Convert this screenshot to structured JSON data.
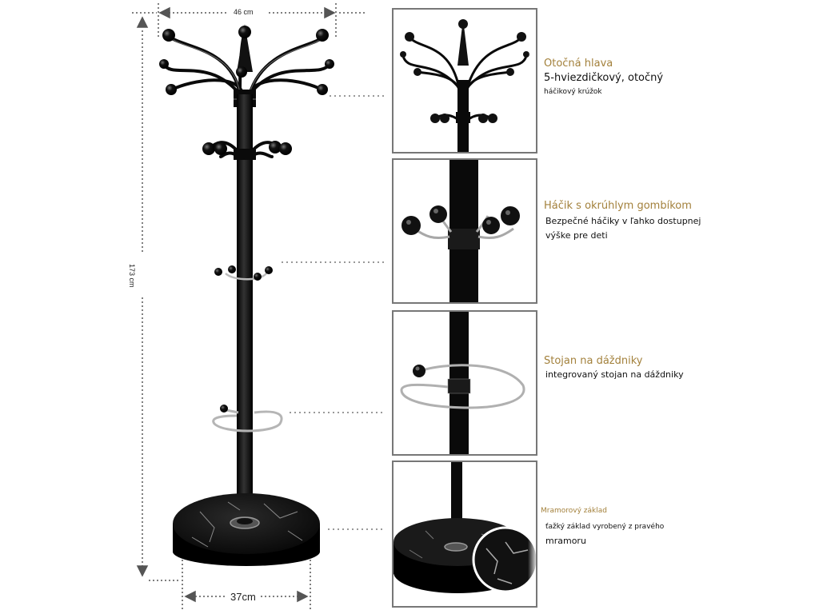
{
  "dimensions": {
    "width_label": "46 cm",
    "height_label": "173 cm",
    "base_label": "37cm"
  },
  "features": [
    {
      "title": "Otočná hlava",
      "lines": [
        "5-hviezdičkový, otočný",
        "háčikový krúžok"
      ]
    },
    {
      "title": "Háčik s okrúhlym gombíkom",
      "lines": [
        "Bezpečné háčiky v ľahko dostupnej",
        "výške pre deti"
      ]
    },
    {
      "title": "Stojan na dáždniky",
      "lines": [
        "integrovaný stojan na dáždniky"
      ]
    },
    {
      "title": "Mramorový základ",
      "lines": [
        "ťažký základ vyrobený z pravého",
        "mramoru"
      ]
    }
  ],
  "colors": {
    "title_gold": "#a3813c",
    "stand_black": "#0a0a0a",
    "chrome": "#b9b9b9",
    "frame_gray": "#777777"
  }
}
